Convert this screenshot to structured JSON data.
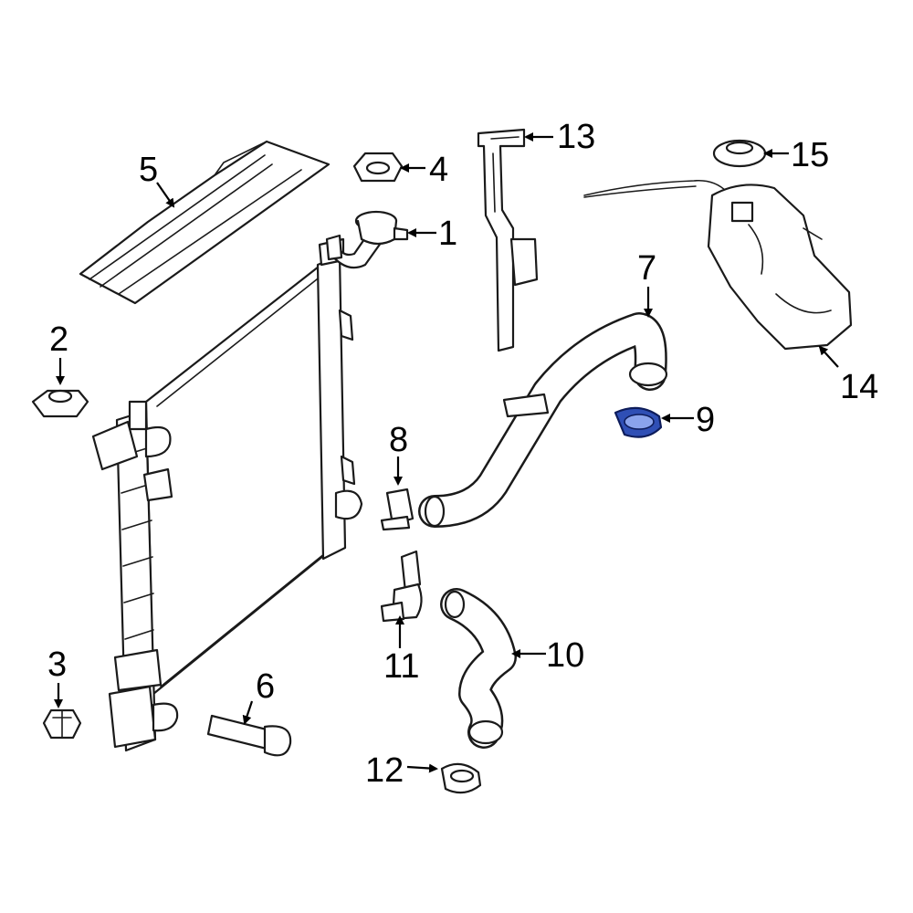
{
  "callouts": [
    {
      "id": "1",
      "label": "1"
    },
    {
      "id": "2",
      "label": "2"
    },
    {
      "id": "3",
      "label": "3"
    },
    {
      "id": "4",
      "label": "4"
    },
    {
      "id": "5",
      "label": "5"
    },
    {
      "id": "6",
      "label": "6"
    },
    {
      "id": "7",
      "label": "7"
    },
    {
      "id": "8",
      "label": "8"
    },
    {
      "id": "9",
      "label": "9"
    },
    {
      "id": "10",
      "label": "10"
    },
    {
      "id": "11",
      "label": "11"
    },
    {
      "id": "12",
      "label": "12"
    },
    {
      "id": "13",
      "label": "13"
    },
    {
      "id": "14",
      "label": "14"
    },
    {
      "id": "15",
      "label": "15"
    }
  ],
  "colors": {
    "line": "#1a1a1a",
    "highlight_fill": "#2f4fb5",
    "highlight_light": "#8aa3ec",
    "background": "#ffffff"
  },
  "highlighted_part": "9"
}
